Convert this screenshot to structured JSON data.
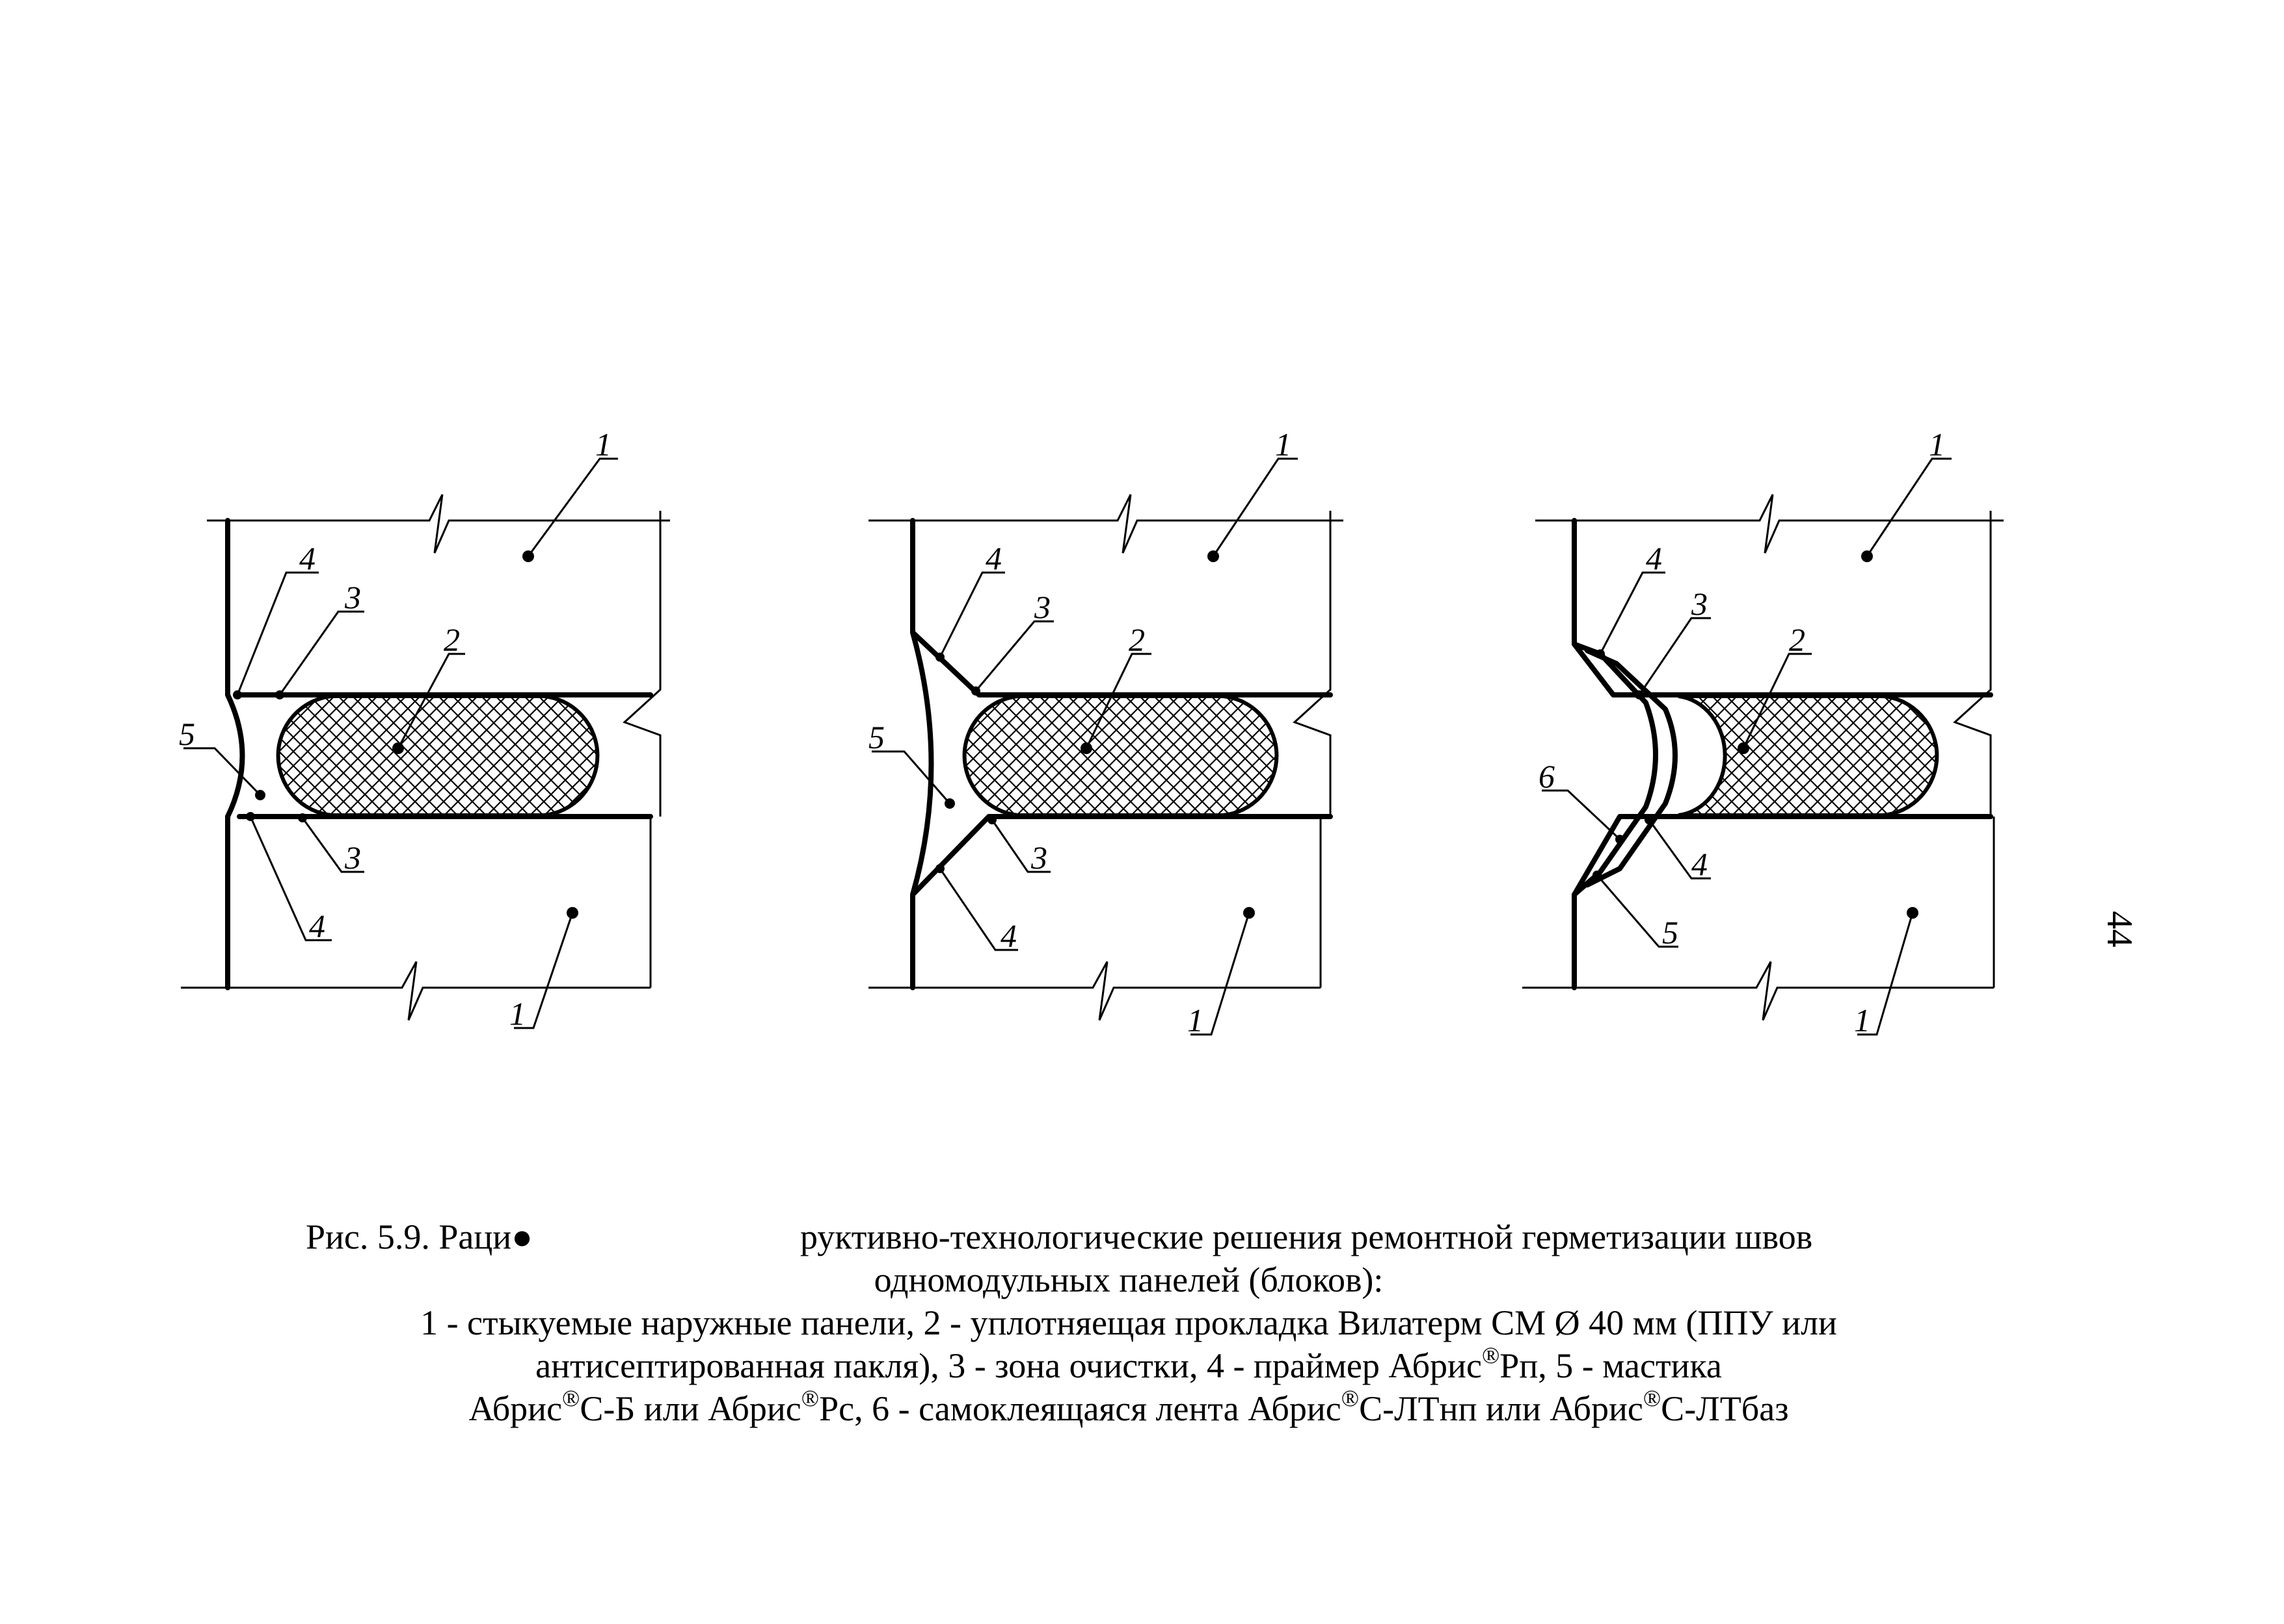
{
  "figure": {
    "labels": {
      "panel": "1",
      "gasket": "2",
      "cleaning_zone": "3",
      "primer": "4",
      "mastic": "5",
      "tape": "6"
    }
  },
  "caption": {
    "line1_left": "Рис. 5.9. Раци●",
    "line1_right": "руктивно-технологические решения ремонтной герметизации швов",
    "line2": "одномодульных панелей (блоков):",
    "line3": "1 - стыкуемые наружные панели, 2 - уплотняещая прокладка Вилатерм СМ Ø 40 мм (ППУ или",
    "line4_a": "антисептированная пакля), 3 - зона очистки, 4 - праймер Абрис",
    "line4_b": "Рп, 5 - мастика",
    "line5_a": "Абрис",
    "line5_b": "С-Б или Абрис",
    "line5_c": "Рс, 6 - самоклеящаяся лента Абрис",
    "line5_d": "С-ЛТнп или Абрис",
    "line5_e": "С-ЛТбаз",
    "registered_mark": "®"
  },
  "page_number": "44"
}
